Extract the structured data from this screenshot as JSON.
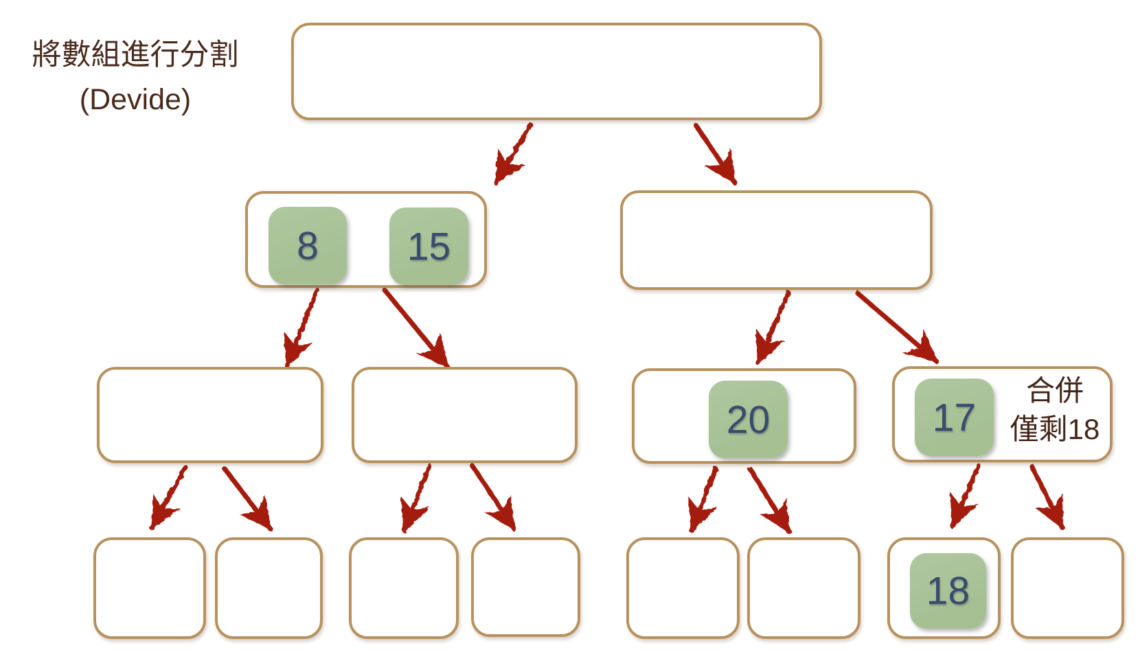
{
  "title": {
    "line1": "將數組進行分割",
    "line2": "(Devide)"
  },
  "annotation": {
    "line1": "合併",
    "line2": "僅剩18"
  },
  "tree": {
    "root": {
      "values": []
    },
    "level2": [
      {
        "values": [
          "8",
          "15"
        ]
      },
      {
        "values": []
      }
    ],
    "level3": [
      {
        "values": []
      },
      {
        "values": []
      },
      {
        "values": [
          "20"
        ]
      },
      {
        "values": [
          "17"
        ]
      }
    ],
    "level4": [
      {
        "values": []
      },
      {
        "values": []
      },
      {
        "values": []
      },
      {
        "values": []
      },
      {
        "values": []
      },
      {
        "values": []
      },
      {
        "values": [
          "18"
        ]
      },
      {
        "values": []
      }
    ]
  },
  "colors": {
    "box_border": "#b7925f",
    "chip_fill": "#a8c197",
    "number_text": "#3a4c6e",
    "arrow": "#a41d0e",
    "title_text": "#4a2b1e",
    "annotation_text": "#43261a"
  }
}
